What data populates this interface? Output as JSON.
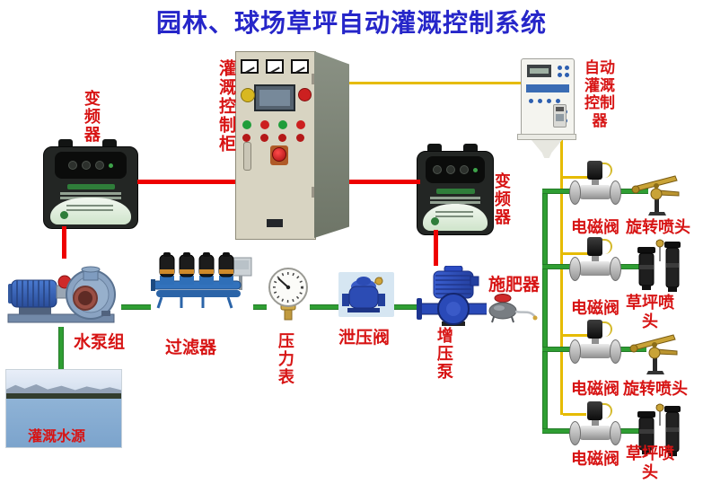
{
  "title": "园林、球场草坪自动灌溉控制系统",
  "colors": {
    "title_blue": "#2626c9",
    "label_red": "#d71414",
    "electric_line_red": "#ee0000",
    "signal_line_yellow": "#e6bb00",
    "water_line_green": "#2f9e33"
  },
  "devices": {
    "control_cabinet": {
      "label": "灌溉控制柜"
    },
    "vfd_left": {
      "label": "变频器"
    },
    "vfd_right": {
      "label": "变频器"
    },
    "auto_controller": {
      "label": "自动灌溉控制器"
    },
    "pump_group": {
      "label": "水泵组"
    },
    "filter": {
      "label": "过滤器"
    },
    "pressure_gauge": {
      "label": "压力表"
    },
    "relief_valve": {
      "label": "泄压阀"
    },
    "booster_pump": {
      "label": "增压泵"
    },
    "fertilizer": {
      "label": "施肥器"
    },
    "water_source": {
      "label": "灌溉水源"
    }
  },
  "zones": [
    {
      "valve": "电磁阀",
      "sprinkler": "旋转喷头",
      "sprinkler_type": "rotary"
    },
    {
      "valve": "电磁阀",
      "sprinkler": "草坪喷头",
      "sprinkler_type": "popup"
    },
    {
      "valve": "电磁阀",
      "sprinkler": "旋转喷头",
      "sprinkler_type": "rotary"
    },
    {
      "valve": "电磁阀",
      "sprinkler": "草坪喷头",
      "sprinkler_type": "popup"
    }
  ]
}
